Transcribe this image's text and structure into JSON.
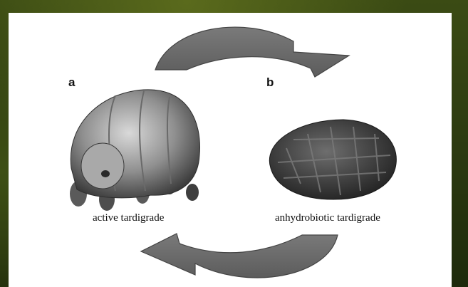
{
  "labels": {
    "a": "a",
    "b": "b"
  },
  "captions": {
    "active": "active tardigrade",
    "anhydrobiotic": "anhydrobiotic tardigrade"
  },
  "colors": {
    "arrow": "#6b6b6b",
    "arrow_edge": "#444444",
    "panel": "#ffffff",
    "frame": "#2b3a12"
  },
  "icons": {
    "top_arrow": "curved-arrow-right",
    "bottom_arrow": "curved-arrow-left",
    "active": "tardigrade-sem-image",
    "tun": "tun-sem-image"
  }
}
